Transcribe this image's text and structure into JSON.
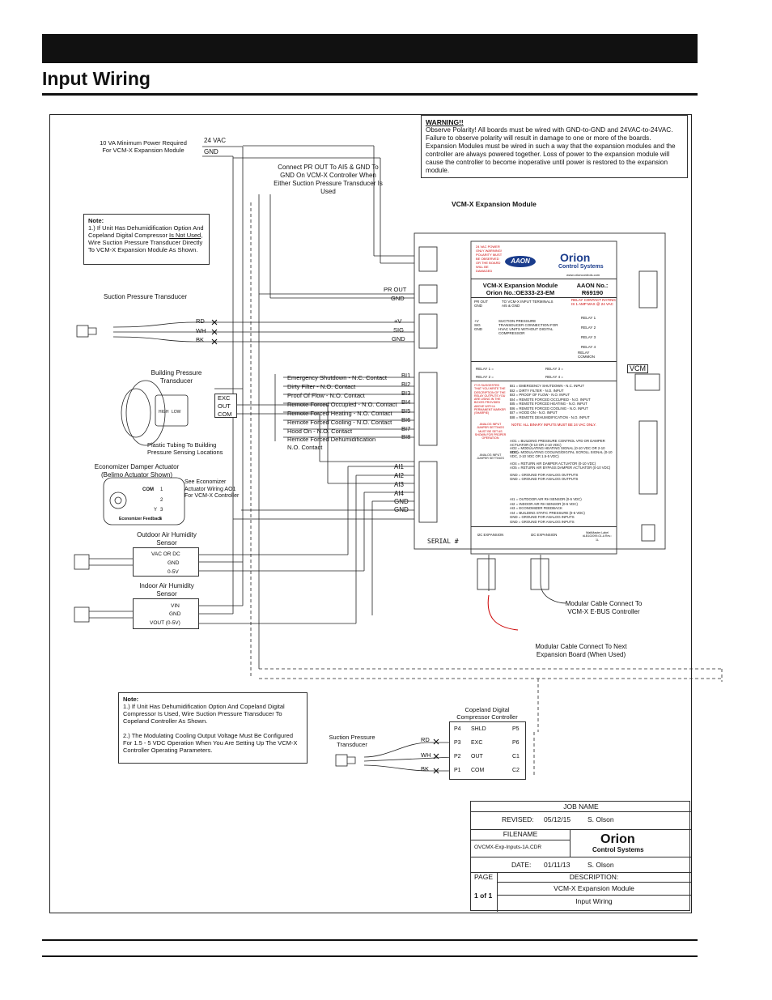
{
  "header": {
    "title": "Input Wiring"
  },
  "warning": {
    "title": "WARNING!!",
    "text": "Observe Polarity! All boards must be wired with GND-to-GND and 24VAC-to-24VAC. Failure to observe polarity will result in damage to one or more of the boards. Expansion Modules must be wired in such a way that the expansion modules and the controller are always powered together. Loss of power to the expansion module will cause the controller to become inoperative until power is restored to the expansion module."
  },
  "power": {
    "note": "10 VA Minimum Power Required For VCM-X Expansion Module",
    "vac": "24 VAC",
    "gnd": "GND"
  },
  "pr_note": "Connect PR OUT To AI5 & GND To GND On VCM-X Controller When Either Suction Pressure Transducer Is Used",
  "note1": {
    "title": "Note:",
    "pre": "1.) If Unit Has Dehumidification Option And Copeland Digital Compressor ",
    "underline": "Is Not Used",
    "post": ", Wire Suction Pressure Transducer Directly To VCM-X Expansion Module As Shown."
  },
  "module_label": "VCM-X Expansion Module",
  "suction": {
    "title": "Suction Pressure Transducer",
    "wires": [
      "RD",
      "WH",
      "BK"
    ],
    "terms_pr": [
      "PR OUT",
      "GND"
    ],
    "terms_sig": [
      "+V",
      "SIG",
      "GND"
    ]
  },
  "building_pressure": {
    "title": "Building Pressure Transducer",
    "terms": [
      "EXC",
      "OUT",
      "COM"
    ],
    "high": "HIGH",
    "low": "LOW",
    "tubing": "Plastic Tubing To Building Pressure Sensing Locations"
  },
  "binary_inputs": [
    {
      "label": "Emergency Shutdown - N.C. Contact",
      "term": "BI1"
    },
    {
      "label": "Dirty Filter - N.O. Contact",
      "term": "BI2"
    },
    {
      "label": "Proof Of Flow - N.O. Contact",
      "term": "BI3"
    },
    {
      "label": "Remote Forced Occupied - N.O. Contact",
      "term": "BI4"
    },
    {
      "label": "Remote Forced Heating - N.O. Contact",
      "term": "BI5"
    },
    {
      "label": "Remote Forced Cooling - N.O. Contact",
      "term": "BI6"
    },
    {
      "label": "Hood On - N.O. Contact",
      "term": "BI7"
    },
    {
      "label": "Remote Forced Dehumidification",
      "term": "BI8"
    },
    {
      "label": "N.O. Contact",
      "term": ""
    }
  ],
  "economizer": {
    "title": "Economizer Damper Actuator (Belimo Actuator Shown)",
    "note": "See Economizer Actuator Wiring AO1 For VCM-X Controller",
    "com": "COM",
    "feedback": "Economizer Feedback",
    "pins": [
      "1",
      "2",
      "3",
      "5"
    ],
    "y": "Y"
  },
  "analog_inputs": [
    "AI1",
    "AI2",
    "AI3",
    "AI4",
    "GND",
    "GND"
  ],
  "outdoor_rh": {
    "title": "Outdoor Air Humidity Sensor",
    "terms": [
      "VAC OR DC",
      "GND",
      "0-5V"
    ]
  },
  "indoor_rh": {
    "title": "Indoor Air Humidity Sensor",
    "terms": [
      "VIN",
      "GND",
      "VOUT (0-5V)"
    ]
  },
  "board": {
    "name_title": "VCM-X Expansion Module",
    "name_part": "Orion No.:OE333-23-EM",
    "aaon_title": "AAON No.:",
    "aaon_part": "R69190",
    "brand_aaon": "AAON",
    "brand_orion": "Orion",
    "brand_sub": "Control Systems",
    "power_warn": "24 VAC POWER ONLY WARNING! POLARITY MUST BE OBSERVED OR THE BOARD WILL BE DAMAGED",
    "web": "www.orioncontrols.com",
    "pr_out": "PR OUT",
    "pr_gnd": "GND",
    "pr_desc": "TO VCM-X INPUT TERMINALS AI5 & GND",
    "sp_terms": [
      "+V",
      "SIG",
      "GND"
    ],
    "sp_desc": "SUCTION PRESSURE TRANSDUCER CONNECTION FOR HVAC UNITS WITHOUT DIGITAL COMPRESSOR",
    "relay_rating": "RELAY CONTACT RATING IS 1 AMP MAX @ 24 VAC",
    "relays": [
      "RELAY 1",
      "RELAY 2",
      "RELAY 3",
      "RELAY 4"
    ],
    "relay_common": "RELAY COMMON",
    "relay_fields": [
      "RELAY 1 =",
      "RELAY 3 =",
      "RELAY 2 =",
      "RELAY 4 ="
    ],
    "bi_warn": "IT IS SUGGESTED THAT YOU WRITE THE DESCRIPTION OF THE RELAY OUTPUTS YOU ARE USING IN THE BOXES PROVIDED ABOVE WITH A PERMANENT MARKER (SHARPIE)",
    "bi_list": [
      "BI1 = EMERGENCY SHUTDOWN - N.C. INPUT",
      "BI2 = DIRTY FILTER - N.O. INPUT",
      "BI3 = PROOF OF FLOW - N.O. INPUT",
      "BI4 = REMOTE FORCED OCCUPIED - N.O. INPUT",
      "BI5 = REMOTE FORCED HEATING - N.O. INPUT",
      "BI6 = REMOTE FORCED COOLING - N.O. INPUT",
      "BI7 = HOOD ON - N.O. INPUT",
      "BI8 = REMOTE DEHUMIDIFICATION - N.O. INPUT"
    ],
    "bi_note": "NOTE: ALL BINARY INPUTS MUST BE 24 VAC ONLY.",
    "ai_warn": "ANALOG INPUT JUMPER SETTINGS MUST BE SET AS SHOWN FOR PROPER OPERATION",
    "ao_list": [
      "AO1 = BUILDING PRESSURE CONTROL VFD OR DAMPER ACTUATOR (0-10 OR 2-10 VDC)",
      "AO2 = MODULATING HEATING SIGNAL (0-10 VDC OR 2-10 VDC)",
      "AO3 = MODULATING COOLING/DIGITAL SCROLL SIGNAL (0-10 VDC, 2-10 VDC OR 1.5-5 VDC)",
      "AO4 = RETURN AIR DAMPER ACTUATOR (0-10 VDC)",
      "AO5 = RETURN AIR BYPASS DAMPER ACTUATOR (0-10 VDC)",
      "GND = GROUND FOR ANALOG OUTPUTS",
      "GND = GROUND FOR ANALOG OUTPUTS"
    ],
    "jumper_title": "ANALOG INPUT JUMPER SETTINGS",
    "ai_list": [
      "AI1 = OUTDOOR AIR RH SENSOR (0-5 VDC)",
      "AI2 = INDOOR AIR RH SENSOR (0-5 VDC)",
      "AI3 = ECONOMIZER FEEDBACK",
      "AI4 = BUILDING STATIC PRESSURE (0-5 VDC)",
      "GND = GROUND FOR ANALOG INPUTS",
      "GND = GROUND FOR ANALOG INPUTS"
    ],
    "i2c": [
      "I2C EXPANSION",
      "I2C EXPANSION"
    ],
    "label_box": "WattMaster Label #LB102099-01-A Rev.: 1L",
    "serial": "SERIAL #",
    "vcm": "VCM"
  },
  "modular_cable_1": "Modular Cable Connect To VCM-X E-BUS Controller",
  "modular_cable_2": "Modular Cable Connect To Next Expansion Board (When Used)",
  "note2": {
    "title": "Note:",
    "p1": "1.) If Unit Has Dehumidification Option And Copeland Digital Compressor Is Used, Wire Suction Pressure Transducer To Copeland Controller As Shown.",
    "p2": "2.) The Modulating Cooling Output Voltage Must Be Configured For 1.5 - 5 VDC Operation When You Are Setting Up The VCM-X Controller Operating Parameters."
  },
  "copeland": {
    "title": "Copeland Digital Compressor Controller",
    "suction": "Suction Pressure Transducer",
    "wires": [
      "RD",
      "WH",
      "BK"
    ],
    "left": [
      [
        "P4",
        "SHLD"
      ],
      [
        "P3",
        "EXC"
      ],
      [
        "P2",
        "OUT"
      ],
      [
        "P1",
        "COM"
      ]
    ],
    "right": [
      "P5",
      "P6",
      "C1",
      "C2"
    ]
  },
  "title_block": {
    "job_name": "JOB NAME",
    "revised_label": "REVISED:",
    "revised_date": "05/12/15",
    "revised_by": "S. Olson",
    "filename_label": "FILENAME",
    "filename": "OVCMX-Exp-Inputs-1A.CDR",
    "date_label": "DATE:",
    "date": "01/11/13",
    "date_by": "S. Olson",
    "page_label": "PAGE",
    "description_label": "DESCRIPTION:",
    "description_1": "VCM-X Expansion Module",
    "description_2": "Input Wiring",
    "page": "1 of 1",
    "logo": "Orion",
    "logo_sub": "Control Systems"
  }
}
